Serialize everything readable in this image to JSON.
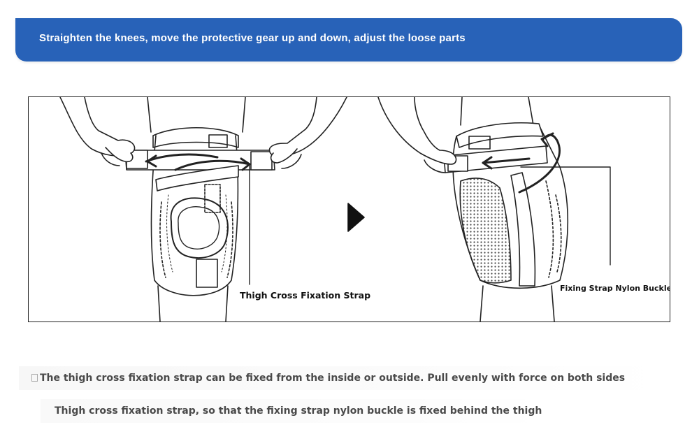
{
  "banner": {
    "text": "Straighten the knees, move the protective gear up and down, adjust the loose parts",
    "color": "#2862b8"
  },
  "figure": {
    "callouts": {
      "thigh_strap": "Thigh Cross Fixation Strap",
      "nylon_buckle": "Fixing Strap Nylon Buckle"
    }
  },
  "notes": {
    "line1": "The thigh cross fixation strap can be fixed from the inside or outside. Pull evenly with force on both sides",
    "line2": "Thigh cross fixation strap, so that the fixing strap nylon buckle is fixed behind the thigh"
  }
}
